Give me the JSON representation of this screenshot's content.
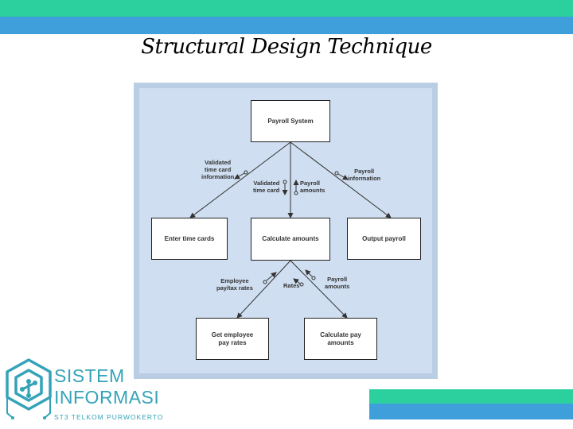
{
  "title": "Structural Design Technique",
  "diagram": {
    "boxes": {
      "payroll_system": "Payroll System",
      "enter_time_cards": "Enter time cards",
      "calculate_amounts": "Calculate amounts",
      "output_payroll": "Output payroll",
      "get_employee_pay_rates": "Get employee\npay rates",
      "calculate_pay_amounts": "Calculate pay\namounts"
    },
    "labels": {
      "validated_time_card_information": "Validated\ntime card\ninformation",
      "validated_time_card": "Validated\ntime card",
      "payroll_amounts_top": "Payroll\namounts",
      "payroll_information": "Payroll\ninformation",
      "employee_pay_tax_rates": "Employee\npay/tax rates",
      "rates": "Rates",
      "payroll_amounts_bottom": "Payroll\namounts"
    }
  },
  "logo": {
    "line1": "SISTEM",
    "line2": "INFORMASI",
    "line3": "ST3 TELKOM PURWOKERTO"
  },
  "colors": {
    "band_green": "#2ccf9e",
    "band_blue": "#3f9fdb",
    "diagram_bg": "#cfdef0",
    "logo": "#34a3b8"
  }
}
